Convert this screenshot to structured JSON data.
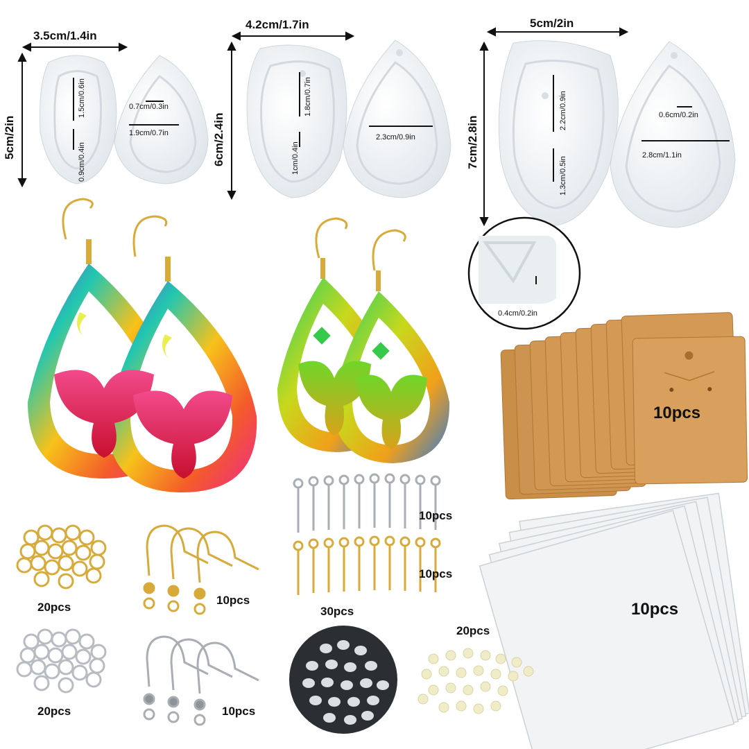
{
  "molds": {
    "small": {
      "width_label": "3.5cm/1.4in",
      "height_label": "5cm/2in",
      "d1": "1.5cm/0.6in",
      "d2": "0.9cm/0.4in",
      "d3": "0.7cm/0.3in",
      "d4": "1.9cm/0.7in"
    },
    "medium": {
      "width_label": "4.2cm/1.7in",
      "height_label": "6cm/2.4in",
      "d1": "1.8cm/0.7in",
      "d2": "1cm/0.4in",
      "d3": "2.3cm/0.9in"
    },
    "large": {
      "width_label": "5cm/2in",
      "height_label": "7cm/2.8in",
      "d1": "2.2cm/0.9in",
      "d2": "1.3cm/0.5in",
      "d3": "0.6cm/0.2in",
      "d4": "2.8cm/1.1in"
    },
    "detail_label": "0.4cm/0.2in"
  },
  "quantities": {
    "cards": "10pcs",
    "eye_pins_silver": "10pcs",
    "eye_pins_gold": "10pcs",
    "bags": "10pcs",
    "jump_rings_gold": "20pcs",
    "jump_rings_silver": "20pcs",
    "hooks_gold": "10pcs",
    "hooks_silver": "10pcs",
    "stoppers": "30pcs",
    "pearls": "20pcs"
  },
  "colors": {
    "card": "#d49a55",
    "card_edge": "#b87c3a",
    "gold": "#d8aa3a",
    "silver": "#b8bcc2",
    "mold": "#eef1f3"
  }
}
